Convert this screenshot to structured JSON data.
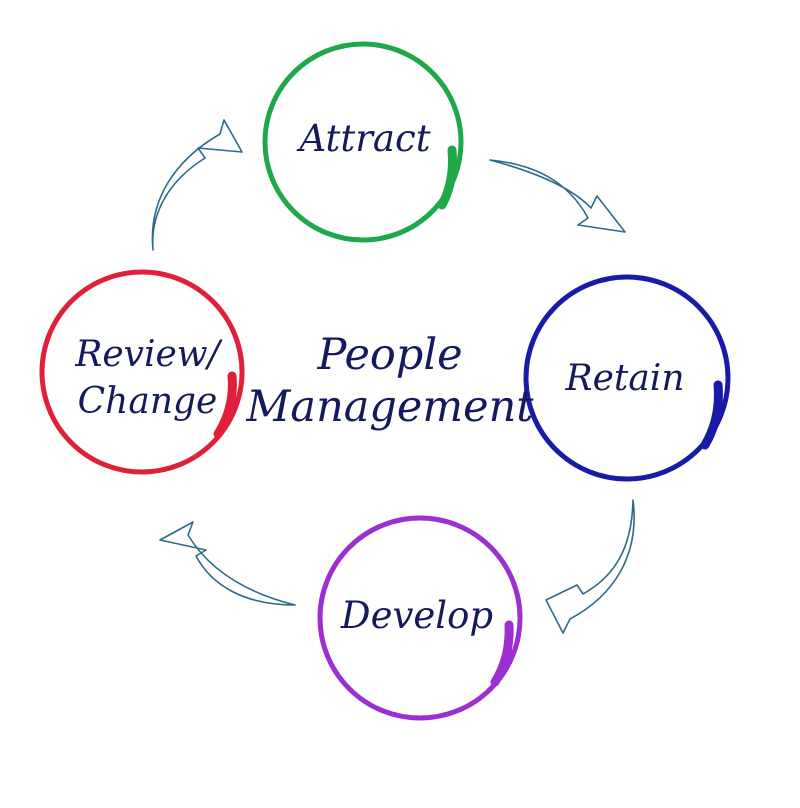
{
  "center_title": {
    "line1": "People",
    "line2": "Management"
  },
  "nodes": {
    "attract": {
      "label": "Attract",
      "color": "#1fa84a"
    },
    "retain": {
      "label": "Retain",
      "color": "#1a1aa8"
    },
    "develop": {
      "label": "Develop",
      "color": "#9c2fd0"
    },
    "review": {
      "line1": "Review/",
      "line2": "Change",
      "color": "#e0203a"
    }
  },
  "arrow_color": "#2e6a8a",
  "text_color": "#141a5c"
}
